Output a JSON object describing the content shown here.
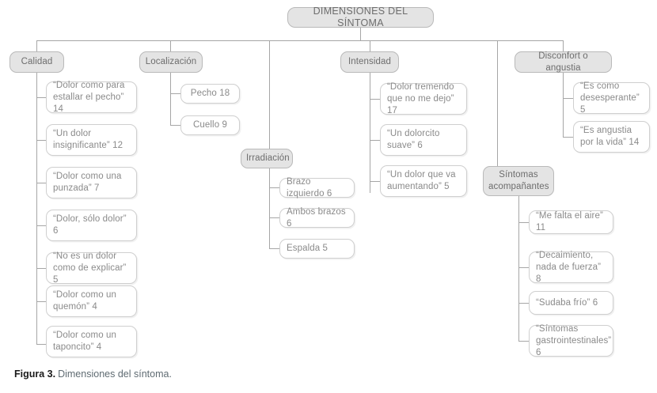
{
  "figure": {
    "caption_label": "Figura 3.",
    "caption_text": "Dimensiones del síntoma."
  },
  "colors": {
    "node_fill_branch": "#e4e4e4",
    "node_border_branch": "#b9b9b9",
    "node_fill_leaf": "#ffffff",
    "node_border_leaf": "#cfcfcf",
    "connector": "#a6a6a6",
    "text": "#7b7b7b",
    "caption_label": "#1a1a1a",
    "caption_text": "#5f6b72",
    "background": "#ffffff"
  },
  "chart_data": {
    "type": "diagram",
    "title": "DIMENSIONES DEL SÍNTOMA",
    "orientation": "top-down tree",
    "nodes": [
      {
        "id": "root",
        "label": "DIMENSIONES DEL SÍNTOMA",
        "level": 0
      },
      {
        "id": "calidad",
        "label": "Calidad",
        "level": 1
      },
      {
        "id": "localizacion",
        "label": "Localización",
        "level": 1
      },
      {
        "id": "irradiacion",
        "label": "Irradiación",
        "level": 1
      },
      {
        "id": "intensidad",
        "label": "Intensidad",
        "level": 1
      },
      {
        "id": "disconfort",
        "label": "Disconfort o angustia",
        "level": 1
      },
      {
        "id": "sintomas",
        "label": "Síntomas acompañantes",
        "level": 1
      }
    ],
    "categories": [
      "Calidad",
      "Localización",
      "Irradiación",
      "Intensidad",
      "Disconfort o angustia",
      "Síntomas acompañantes"
    ],
    "series": [
      {
        "name": "Calidad",
        "items": [
          {
            "label": "“Dolor como para estallar el pecho”",
            "value": 14
          },
          {
            "label": "“Un dolor insignificante”",
            "value": 12
          },
          {
            "label": "“Dolor como una punzada”",
            "value": 7
          },
          {
            "label": "“Dolor, sólo dolor”",
            "value": 6
          },
          {
            "label": "“No es un dolor como de explicar”",
            "value": 5
          },
          {
            "label": "“Dolor como un quemón”",
            "value": 4
          },
          {
            "label": "“Dolor como un taponcito”",
            "value": 4
          }
        ]
      },
      {
        "name": "Localización",
        "items": [
          {
            "label": "Pecho",
            "value": 18
          },
          {
            "label": "Cuello",
            "value": 9
          }
        ]
      },
      {
        "name": "Irradiación",
        "items": [
          {
            "label": "Brazo izquierdo",
            "value": 6
          },
          {
            "label": "Ambos brazos",
            "value": 6
          },
          {
            "label": "Espalda",
            "value": 5
          }
        ]
      },
      {
        "name": "Intensidad",
        "items": [
          {
            "label": "“Dolor tremendo que no me dejo”",
            "value": 17
          },
          {
            "label": "“Un dolorcito suave”",
            "value": 6
          },
          {
            "label": "“Un dolor que va aumentando”",
            "value": 5
          }
        ]
      },
      {
        "name": "Disconfort o angustia",
        "items": [
          {
            "label": "“Es como desesperante”",
            "value": 5
          },
          {
            "label": "“Es angustia por la vida”",
            "value": 14
          }
        ]
      },
      {
        "name": "Síntomas acompañantes",
        "items": [
          {
            "label": "“Me falta el aire”",
            "value": 11
          },
          {
            "label": "“Decaimiento, nada de fuerza”",
            "value": 8
          },
          {
            "label": "“Sudaba frío”",
            "value": 6
          },
          {
            "label": "“Síntomas gastrointestinales”",
            "value": 6
          }
        ]
      }
    ]
  },
  "tree": {
    "root": "DIMENSIONES DEL SÍNTOMA",
    "branches": {
      "calidad": {
        "label": "Calidad",
        "leaves": [
          "“Dolor como para estallar el pecho” 14",
          "“Un dolor insignificante” 12",
          "“Dolor como una punzada” 7",
          "“Dolor, sólo dolor” 6",
          "“No es un dolor como de explicar” 5",
          "“Dolor como un quemón” 4",
          "“Dolor como un taponcito” 4"
        ]
      },
      "localizacion": {
        "label": "Localización",
        "leaves": [
          "Pecho 18",
          "Cuello 9"
        ]
      },
      "irradiacion": {
        "label": "Irradiación",
        "leaves": [
          "Brazo izquierdo 6",
          "Ambos brazos 6",
          "Espalda 5"
        ]
      },
      "intensidad": {
        "label": "Intensidad",
        "leaves": [
          "“Dolor tremendo que no me dejo” 17",
          "“Un dolorcito suave” 6",
          "“Un dolor que va aumentando” 5"
        ]
      },
      "disconfort": {
        "label": "Disconfort o angustia",
        "leaves": [
          "“Es como desesperante” 5",
          "“Es angustia por la vida” 14"
        ]
      },
      "sintomas": {
        "label": "Síntomas acompañantes",
        "leaves": [
          "“Me falta el aire” 11",
          "“Decaimiento, nada de fuerza” 8",
          "“Sudaba frío” 6",
          "“Síntomas gastrointestinales” 6"
        ]
      }
    }
  }
}
